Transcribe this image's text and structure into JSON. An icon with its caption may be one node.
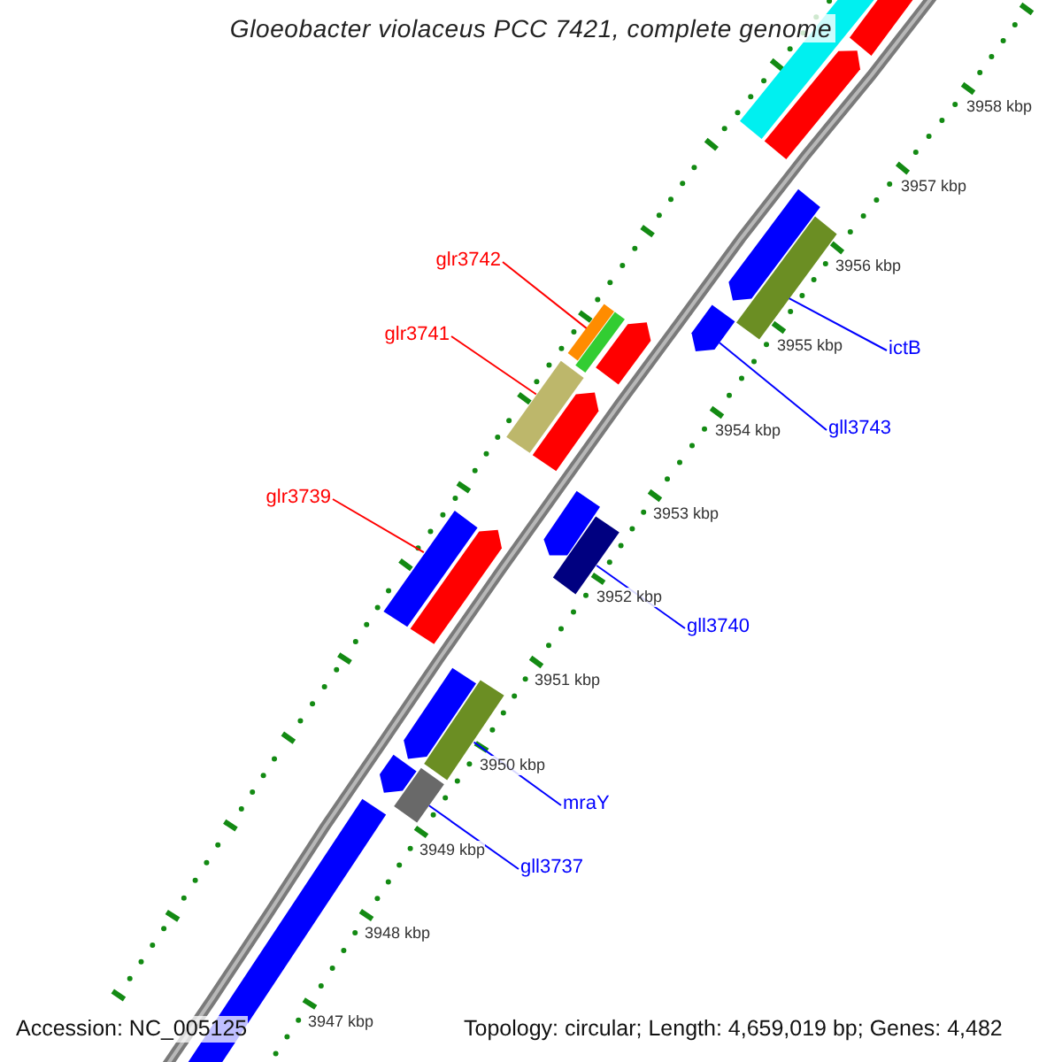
{
  "diagram": {
    "title": "Gloeobacter violaceus PCC 7421, complete genome",
    "nodes": [
      {
        "text": [
          "glr3742"
        ]
      },
      {
        "text": [
          "glr3741"
        ]
      },
      {
        "text": [
          "ictB"
        ]
      },
      {
        "text": [
          "gll3743"
        ]
      },
      {
        "text": [
          "glr3739"
        ]
      },
      {
        "text": [
          "gll3740"
        ]
      },
      {
        "text": [
          "mraY"
        ]
      },
      {
        "text": [
          "gll3737"
        ]
      },
      {
        "text": [],
        "shape": "bar"
      },
      {
        "text": [],
        "shape": "bar"
      },
      {
        "text": [],
        "shape": "bar"
      },
      {
        "text": [],
        "shape": "bar"
      },
      {
        "text": [],
        "shape": "bar"
      },
      {
        "text": [],
        "shape": "bar"
      },
      {
        "text": [],
        "shape": "bar"
      },
      {
        "text": [],
        "shape": "bar"
      }
    ],
    "edges": [
      {
        "from": 0,
        "to": 9,
        "arrow": "none",
        "color": "#ff0000"
      },
      {
        "from": 1,
        "to": 11,
        "arrow": "none",
        "color": "#ff0000"
      },
      {
        "from": 2,
        "to": 8,
        "arrow": "none",
        "color": "#0000ff"
      },
      {
        "from": 3,
        "to": 10,
        "arrow": "none",
        "color": "#0000ff"
      },
      {
        "from": 4,
        "to": 12,
        "arrow": "none",
        "color": "#ff0000"
      },
      {
        "from": 5,
        "to": 13,
        "arrow": "none",
        "color": "#0000ff"
      },
      {
        "from": 6,
        "to": 14,
        "arrow": "none",
        "color": "#0000ff"
      },
      {
        "from": 7,
        "to": 15,
        "arrow": "none",
        "color": "#0000ff"
      }
    ],
    "labels": [
      "3958 kbp",
      "3957 kbp",
      "3956 kbp",
      "3955 kbp",
      "3954 kbp",
      "3953 kbp",
      "3952 kbp",
      "3951 kbp",
      "3950 kbp",
      "3949 kbp",
      "3948 kbp",
      "3947 kbp",
      "Accession: NC_005125",
      "Topology: circular; Length: 4,659,019 bp; Genes: 4,482"
    ]
  }
}
